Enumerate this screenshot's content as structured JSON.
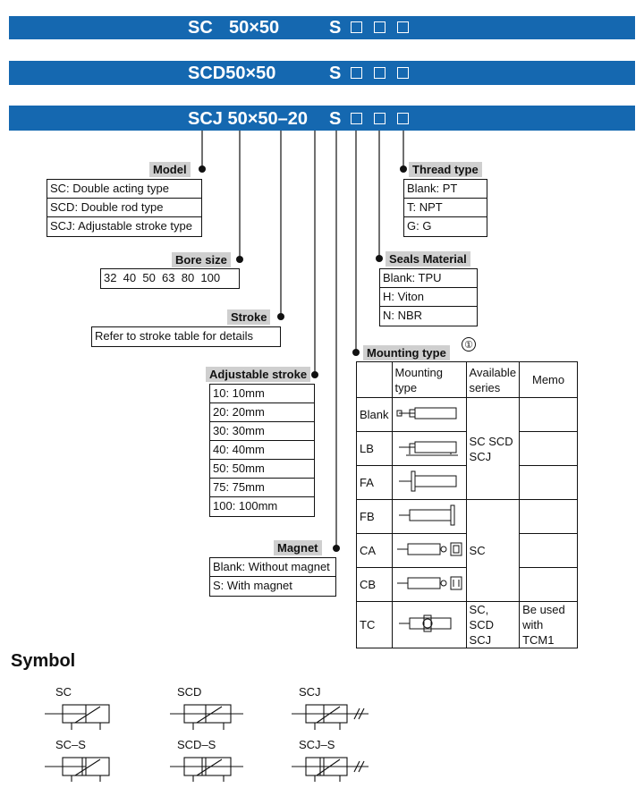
{
  "codes": {
    "sc": {
      "prefix": "SC",
      "size": "50×50",
      "mount": "S"
    },
    "scd": {
      "prefix": "SCD50×50",
      "mount": "S"
    },
    "scj": {
      "prefix": "SCJ 50×50–20",
      "mount": "S"
    }
  },
  "model": {
    "title": "Model",
    "items": [
      "SC: Double acting type",
      "SCD: Double rod type",
      "SCJ: Adjustable stroke type"
    ]
  },
  "bore": {
    "title": "Bore size",
    "values": "32  40  50  63  80  100"
  },
  "stroke": {
    "title": "Stroke",
    "text": "Refer to stroke table for details"
  },
  "adjustable": {
    "title": "Adjustable stroke",
    "items": [
      "10: 10mm",
      "20: 20mm",
      "30: 30mm",
      "40: 40mm",
      "50: 50mm",
      "75: 75mm",
      "100: 100mm"
    ]
  },
  "magnet": {
    "title": "Magnet",
    "items": [
      "Blank: Without magnet",
      "S: With magnet"
    ]
  },
  "thread": {
    "title": "Thread type",
    "items": [
      "Blank: PT",
      "T: NPT",
      "G: G"
    ]
  },
  "seals": {
    "title": "Seals Material",
    "items": [
      "Blank: TPU",
      "H: Viton",
      "N: NBR"
    ]
  },
  "mounting": {
    "title": "Mounting type",
    "note": "①",
    "headers": {
      "type": "Mounting type",
      "series": "Available series",
      "memo": "Memo"
    },
    "rows": [
      "Blank",
      "LB",
      "FA",
      "FB",
      "CA",
      "CB",
      "TC"
    ],
    "series_group1": "SC SCD SCJ",
    "series_group2": "SC",
    "series_tc": "SC, SCD SCJ",
    "memo_tc": "Be used with TCM1"
  },
  "symbol": {
    "title": "Symbol",
    "labels": [
      "SC",
      "SCD",
      "SCJ",
      "SC–S",
      "SCD–S",
      "SCJ–S"
    ]
  },
  "colors": {
    "bar": "#1568b0",
    "title_bg": "#cfcfcf"
  }
}
